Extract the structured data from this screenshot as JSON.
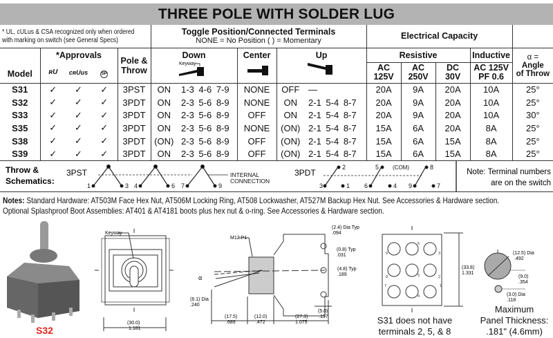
{
  "title": "THREE POLE WITH SOLDER LUG",
  "header": {
    "approval_note": [
      "* UL, cULus & CSA recognized only when ordered",
      "with marking on switch (see General Specs)"
    ],
    "toggle_title": "Toggle Position/Connected Terminals",
    "toggle_sub": "NONE = No Position  (  ) = Momentary",
    "electrical": "Electrical Capacity",
    "model": "Model",
    "approvals": "*Approvals",
    "pole_throw": [
      "Pole &",
      "Throw"
    ],
    "down": "Down",
    "keyway": "Keyway",
    "center": "Center",
    "up": "Up",
    "resistive": "Resistive",
    "inductive": "Inductive",
    "ac125": [
      "AC",
      "125V"
    ],
    "ac250": [
      "AC",
      "250V"
    ],
    "dc30": [
      "DC",
      "30V"
    ],
    "ind": [
      "AC 125V",
      "PF 0.6"
    ],
    "angle": [
      "α =",
      "Angle",
      "of Throw"
    ],
    "approval_icons": [
      "ul-icon",
      "culus-icon",
      "csa-icon"
    ]
  },
  "rows": [
    {
      "model": "S31",
      "ul": "✓",
      "cul": "✓",
      "csa": "✓",
      "pt": "3PST",
      "down": "ON",
      "down_t": "1-3  4-6  7-9",
      "center": "NONE",
      "up": "OFF",
      "up_t": "—",
      "ac125": "20A",
      "ac250": "9A",
      "dc30": "20A",
      "ind": "10A",
      "angle": "25°"
    },
    {
      "model": "S32",
      "ul": "✓",
      "cul": "✓",
      "csa": "✓",
      "pt": "3PDT",
      "down": "ON",
      "down_t": "2-3  5-6  8-9",
      "center": "NONE",
      "up": "ON",
      "up_t": "2-1  5-4  8-7",
      "ac125": "20A",
      "ac250": "9A",
      "dc30": "20A",
      "ind": "10A",
      "angle": "25°"
    },
    {
      "model": "S33",
      "ul": "✓",
      "cul": "✓",
      "csa": "✓",
      "pt": "3PDT",
      "down": "ON",
      "down_t": "2-3  5-6  8-9",
      "center": "OFF",
      "up": "ON",
      "up_t": "2-1  5-4  8-7",
      "ac125": "20A",
      "ac250": "9A",
      "dc30": "20A",
      "ind": "10A",
      "angle": "30°"
    },
    {
      "model": "S35",
      "ul": "✓",
      "cul": "✓",
      "csa": "✓",
      "pt": "3PDT",
      "down": "ON",
      "down_t": "2-3  5-6  8-9",
      "center": "NONE",
      "up": "(ON)",
      "up_t": "2-1  5-4  8-7",
      "ac125": "15A",
      "ac250": "6A",
      "dc30": "20A",
      "ind": "8A",
      "angle": "25°"
    },
    {
      "model": "S38",
      "ul": "✓",
      "cul": "✓",
      "csa": "✓",
      "pt": "3PDT",
      "down": "(ON)",
      "down_t": "2-3  5-6  8-9",
      "center": "OFF",
      "up": "(ON)",
      "up_t": "2-1  5-4  8-7",
      "ac125": "15A",
      "ac250": "6A",
      "dc30": "15A",
      "ind": "8A",
      "angle": "25°"
    },
    {
      "model": "S39",
      "ul": "✓",
      "cul": "✓",
      "csa": "✓",
      "pt": "3PDT",
      "down": "ON",
      "down_t": "2-3  5-6  8-9",
      "center": "OFF",
      "up": "(ON)",
      "up_t": "2-1  5-4  8-7",
      "ac125": "15A",
      "ac250": "6A",
      "dc30": "15A",
      "ind": "8A",
      "angle": "25°"
    }
  ],
  "schematics": {
    "label": [
      "Throw &",
      "Schematics:"
    ],
    "pst": "3PST",
    "pdt": "3PDT",
    "internal": [
      "INTERNAL",
      "CONNECTION"
    ],
    "com": "(COM)",
    "pst_terms": [
      "1",
      "3",
      "4",
      "6",
      "7",
      "9"
    ],
    "pdt_terms": [
      "2",
      "5",
      "8",
      "3",
      "1",
      "6",
      "4",
      "9",
      "7"
    ],
    "note": [
      "Note:  Terminal numbers",
      "are on the switch"
    ]
  },
  "notes": {
    "line1_label": "Notes:",
    "line1": " Standard Hardware: AT503M Face Hex Nut, AT506M Locking Ring, AT508 Lockwasher, AT527M Backup Hex Nut.  See Accessories & Hardware section.",
    "line2": "Optional Splashproof Boot Assemblies:  AT401 & AT4181 boots plus hex nut & o-ring.  See Accessories & Hardware section."
  },
  "photo_label": "S32",
  "drawing": {
    "keyway": "Keyway",
    "front_w": [
      "(30.0)",
      "1.181"
    ],
    "thread": "M12 P1",
    "dia_hole": [
      "(2.4) Dia Typ",
      ".094"
    ],
    "t1": [
      "(0.8) Typ",
      ".031"
    ],
    "t2": [
      "(4.8) Typ",
      ".189"
    ],
    "shaft_dia": [
      "(6.1) Dia",
      ".240"
    ],
    "alpha": "α",
    "d1": [
      "(17.5)",
      ".689"
    ],
    "d2": [
      "(12.0)",
      ".472"
    ],
    "d3": [
      "(27.3)",
      "1.075"
    ],
    "d4": [
      "(5.0)",
      ".197"
    ],
    "height": [
      "(33.8)",
      "1.331"
    ],
    "term_nums": [
      "9",
      "6",
      "3",
      "8",
      "5",
      "2",
      "7",
      "4",
      "1"
    ],
    "s31_note": [
      "S31 does not have",
      "terminals 2, 5, & 8"
    ],
    "panel_dia": [
      "(12.5) Dia",
      ".492"
    ],
    "panel_off": [
      "(9.0)",
      ".354"
    ],
    "key_dia": [
      "(3.0) Dia",
      ".118"
    ],
    "panel_note": [
      "Maximum",
      "Panel Thickness:",
      ".181\" (4.6mm)"
    ]
  }
}
